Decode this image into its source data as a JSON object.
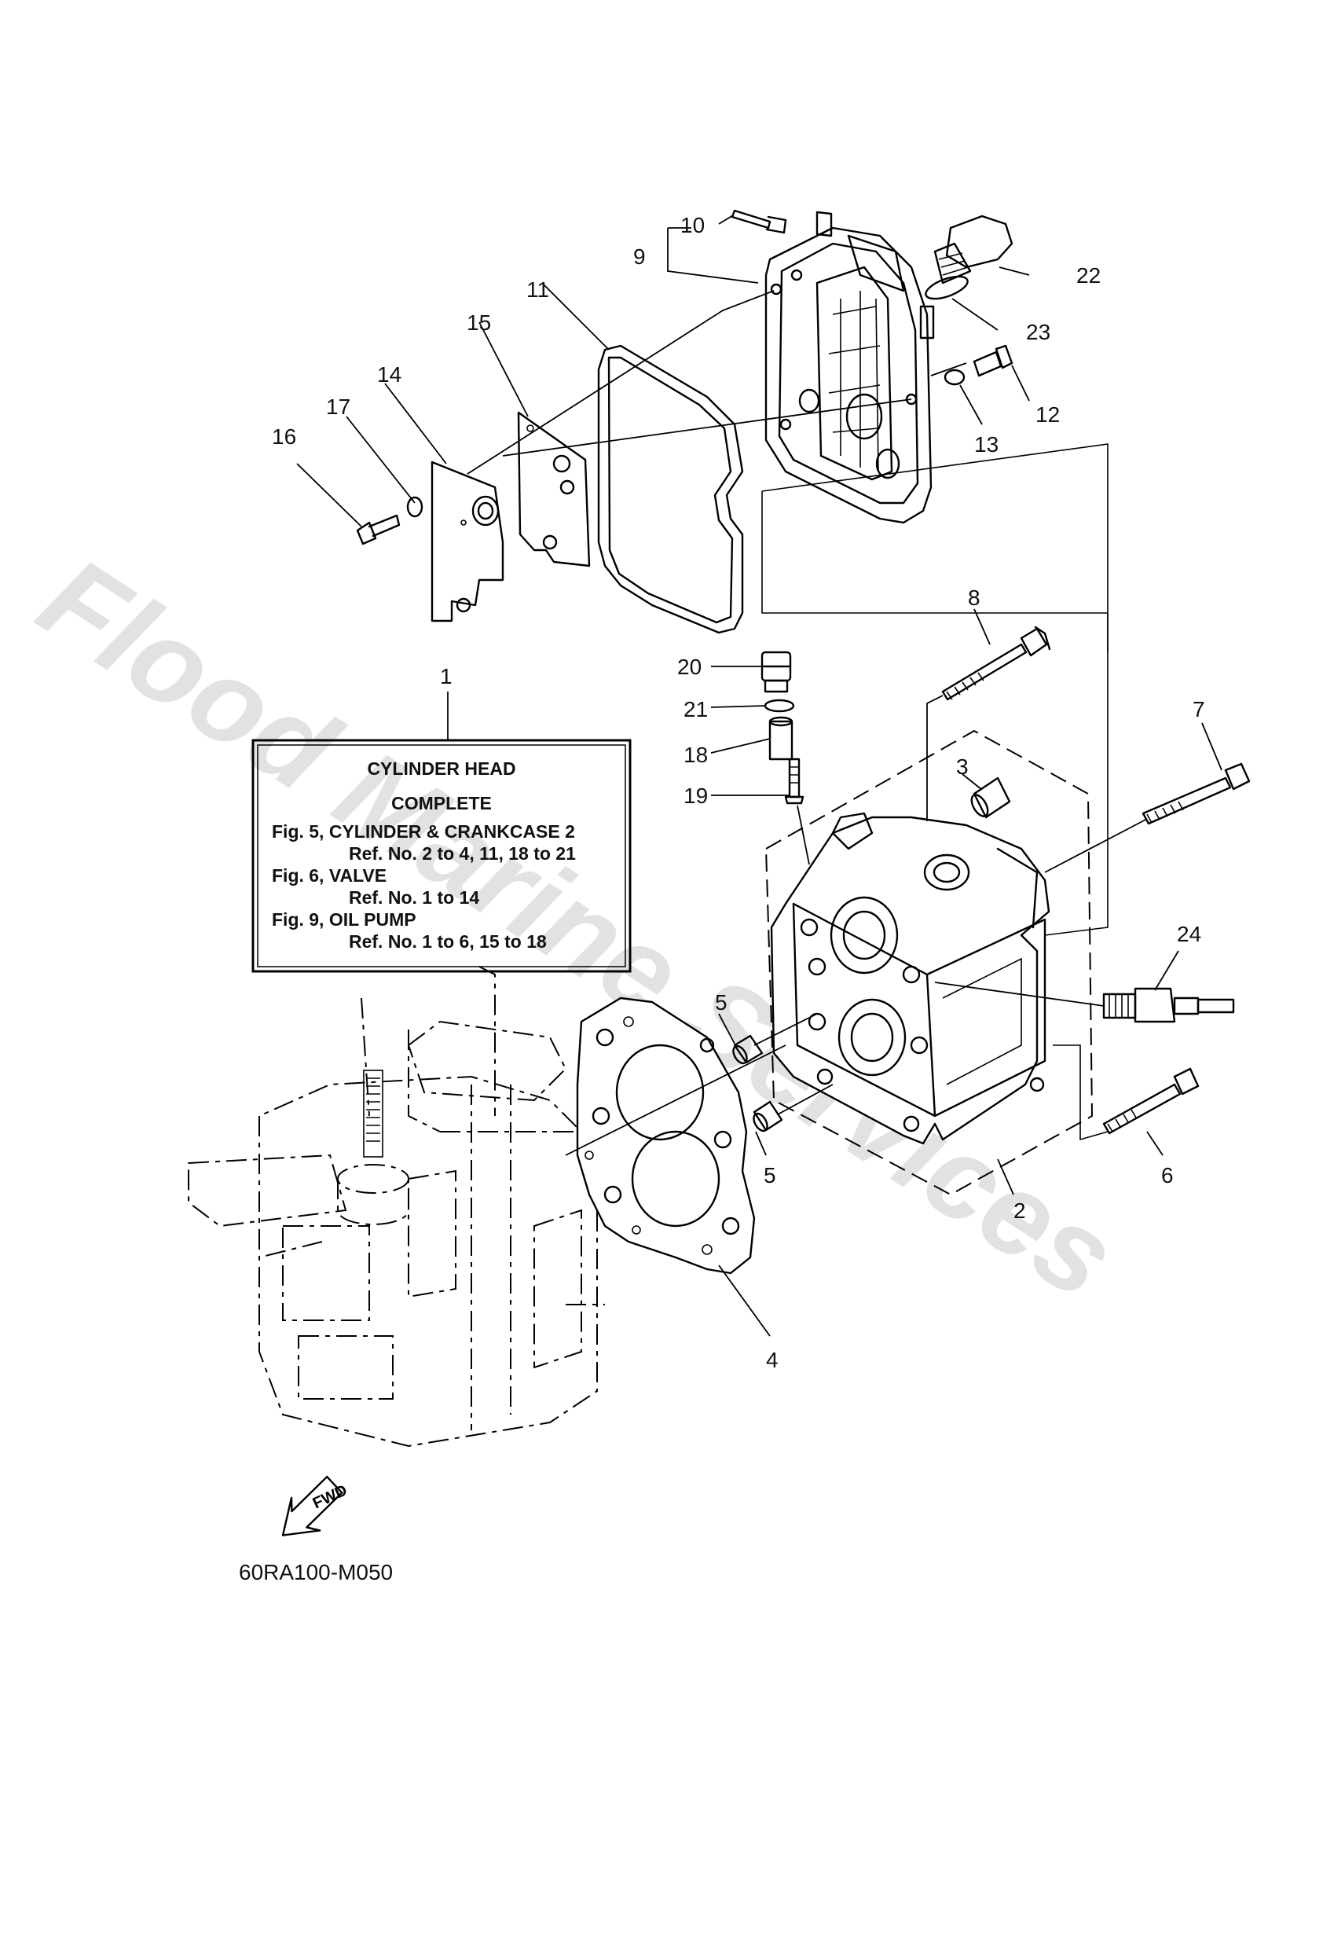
{
  "watermark": "Flood Marine Services",
  "diagram_code": "60RA100-M050",
  "fwd_label": "FWD",
  "info_box": {
    "title_line1": "CYLINDER HEAD",
    "title_line2": "COMPLETE",
    "lines": [
      "Fig. 5, CYLINDER & CRANKCASE 2",
      "Ref. No. 2 to 4, 11, 18 to 21",
      "Fig. 6, VALVE",
      "Ref. No. 1 to 14",
      "Fig. 9, OIL PUMP",
      "Ref. No. 1 to 6, 15 to 18"
    ]
  },
  "callouts": {
    "c1": "1",
    "c2": "2",
    "c3": "3",
    "c4": "4",
    "c5a": "5",
    "c5b": "5",
    "c6": "6",
    "c7": "7",
    "c8": "8",
    "c9": "9",
    "c10": "10",
    "c11": "11",
    "c12": "12",
    "c13": "13",
    "c14": "14",
    "c15": "15",
    "c16": "16",
    "c17": "17",
    "c18": "18",
    "c19": "19",
    "c20": "20",
    "c21": "21",
    "c22": "22",
    "c23": "23",
    "c24": "24"
  }
}
